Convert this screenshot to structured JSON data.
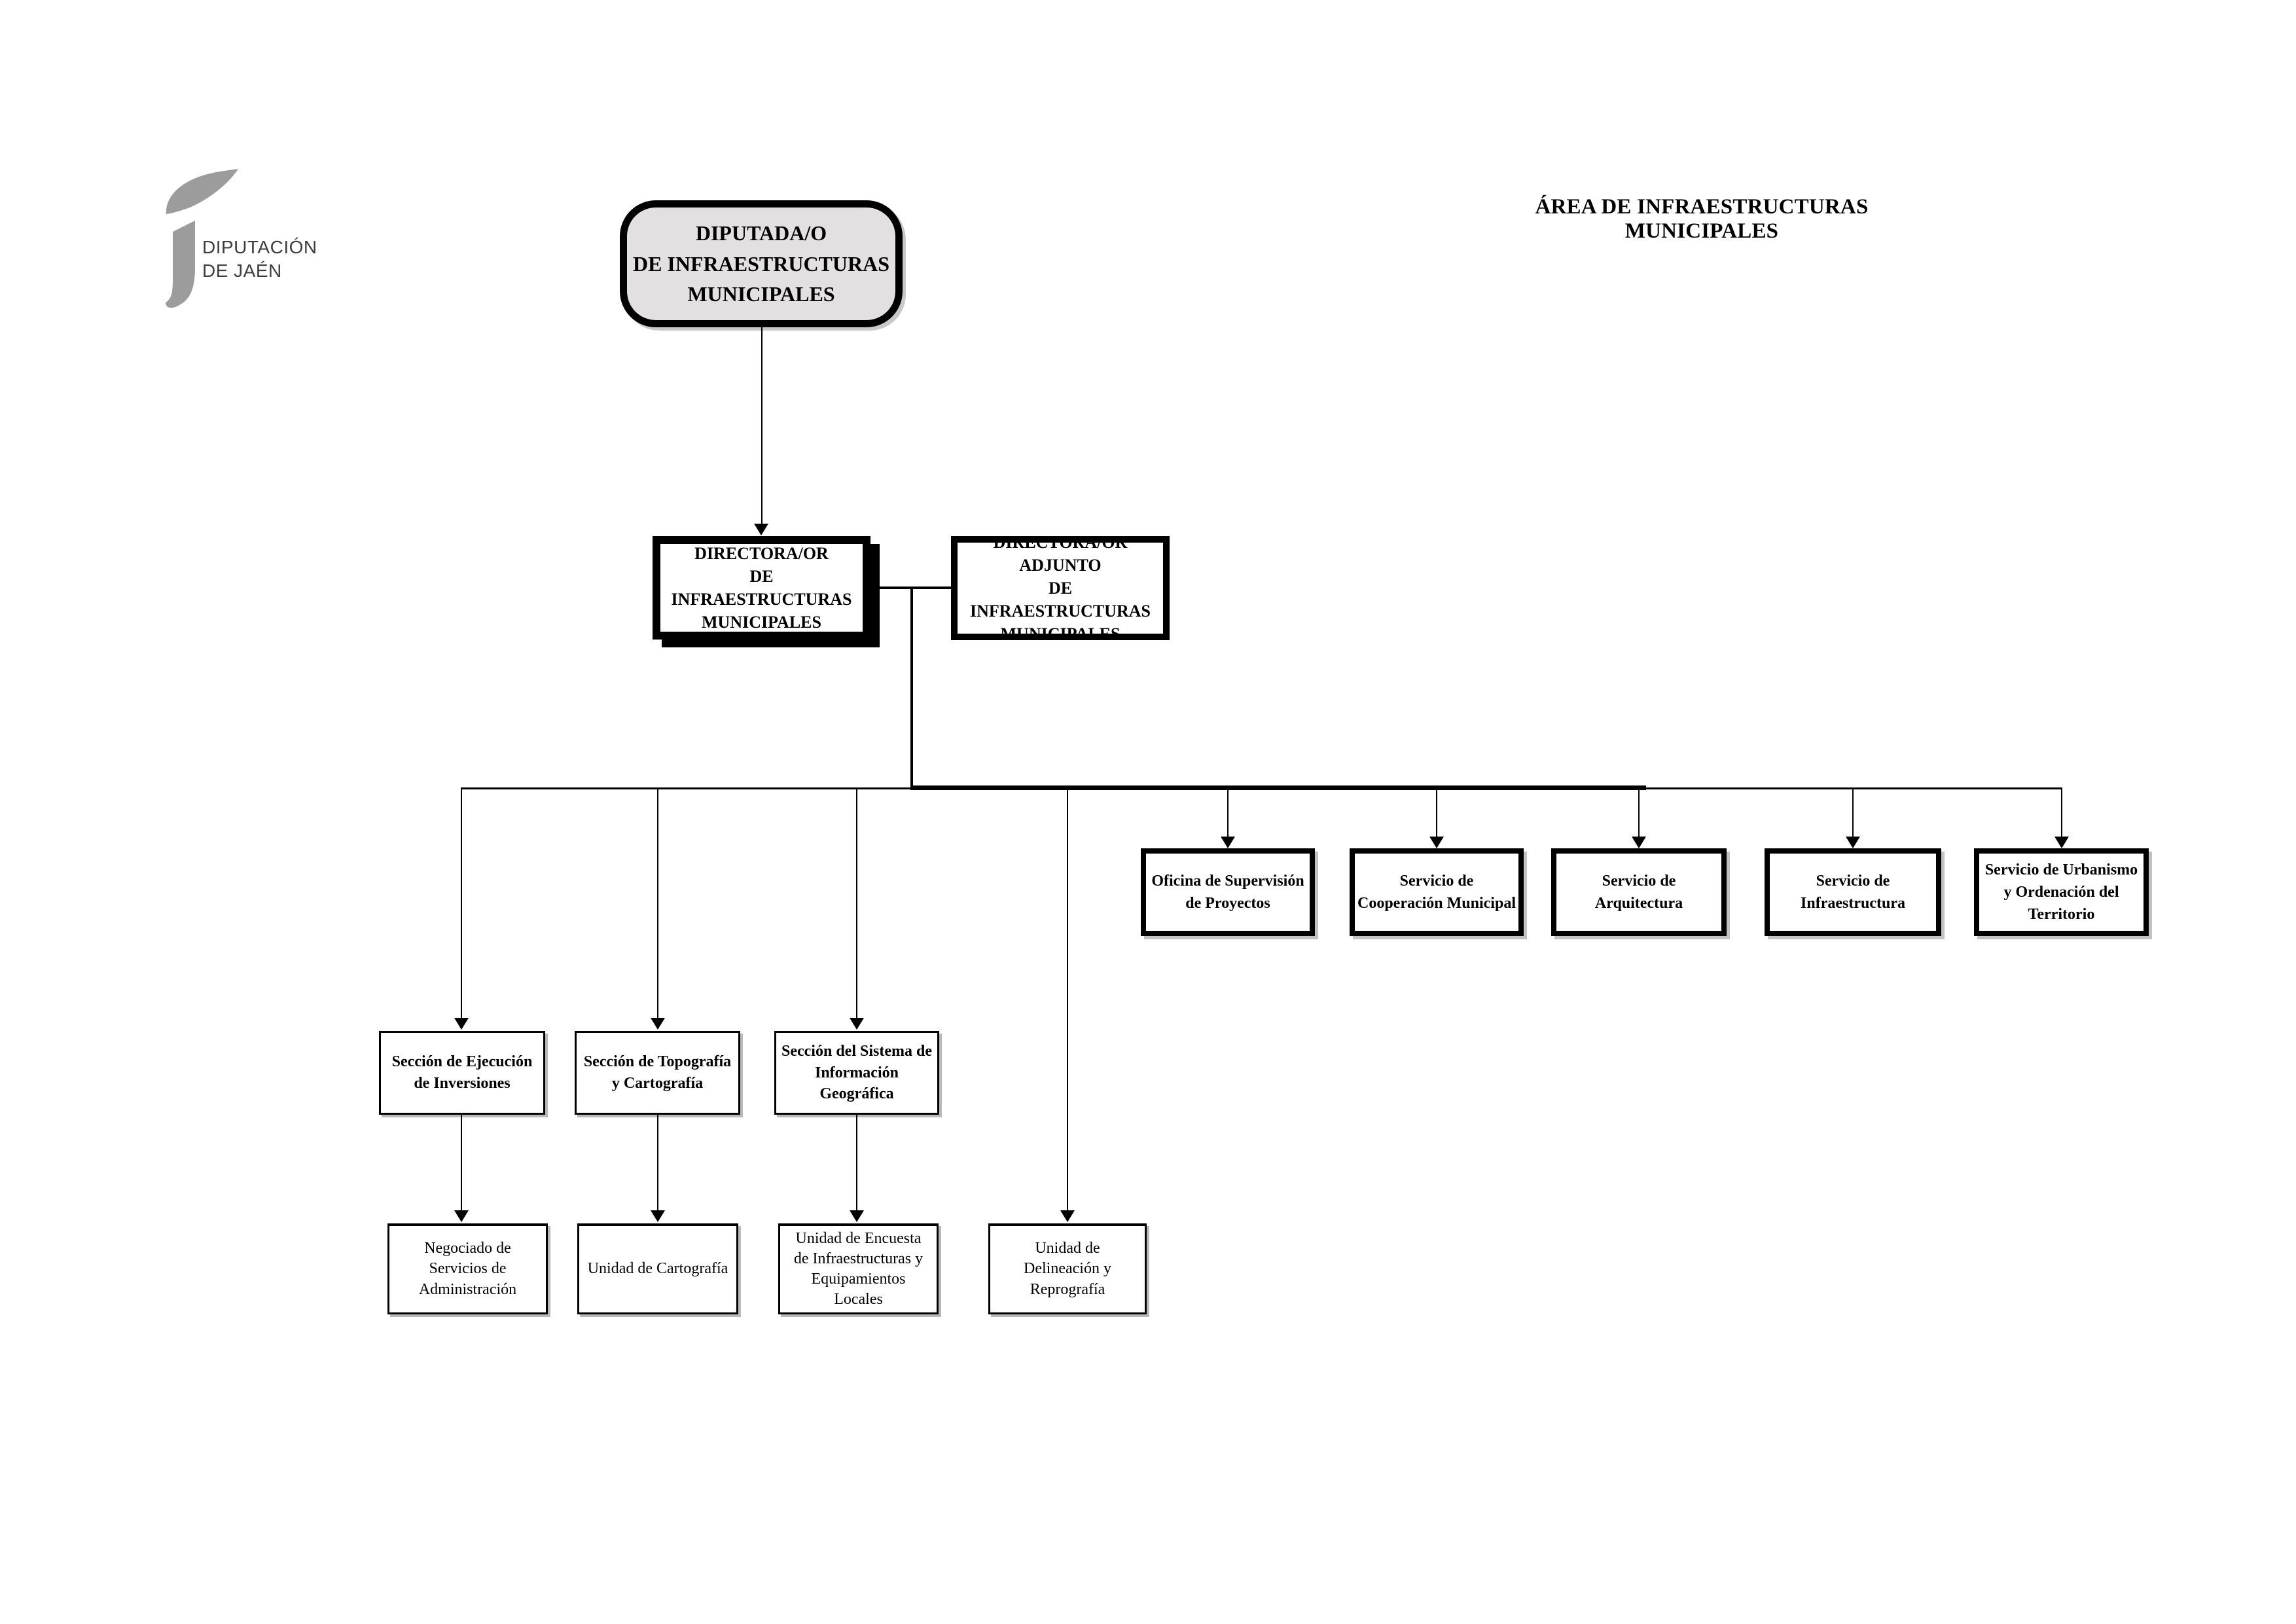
{
  "brand": {
    "logo_icon": "diputacion-jaen-leaf-j-logo",
    "name_line1": "DIPUTACIÓN",
    "name_line2": "DE JAÉN"
  },
  "header": {
    "title": "ÁREA DE INFRAESTRUCTURAS MUNICIPALES"
  },
  "chart_data": {
    "type": "org-chart",
    "root": {
      "label": "DIPUTADA/O\nDE INFRAESTRUCTURAS\nMUNICIPALES"
    },
    "director": {
      "label": "DIRECTORA/OR\nDE INFRAESTRUCTURAS\nMUNICIPALES"
    },
    "deputy": {
      "label": "DIRECTORA/OR ADJUNTO\nDE INFRAESTRUCTURAS\nMUNICIPALES"
    },
    "services": [
      {
        "label": "Oficina de Supervisión\nde Proyectos"
      },
      {
        "label": "Servicio de\nCooperación Municipal"
      },
      {
        "label": "Servicio de\nArquitectura"
      },
      {
        "label": "Servicio de\nInfraestructura"
      },
      {
        "label": "Servicio de Urbanismo\ny Ordenación del\nTerritorio"
      }
    ],
    "sections": [
      {
        "label": "Sección de Ejecución\nde Inversiones"
      },
      {
        "label": "Sección de Topografía\ny Cartografía"
      },
      {
        "label": "Sección del Sistema de\nInformación\nGeográfica"
      }
    ],
    "units": [
      {
        "label": "Negociado de\nServicios de\nAdministración"
      },
      {
        "label": "Unidad de Cartografía"
      },
      {
        "label": "Unidad de Encuesta\nde Infraestructuras y\nEquipamientos\nLocales"
      },
      {
        "label": "Unidad de\nDelineación y\nReprografía"
      }
    ]
  }
}
